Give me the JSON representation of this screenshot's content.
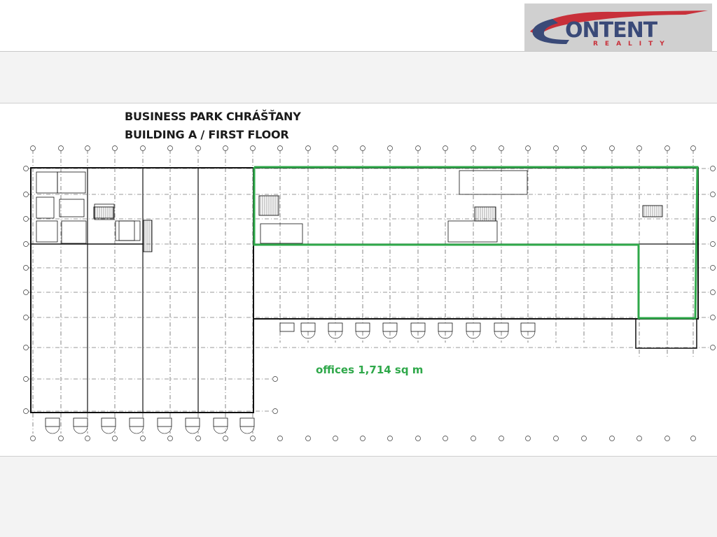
{
  "logo": {
    "brand": "CONTENT",
    "tagline": "REALITY",
    "accent_color": "#c8303a",
    "primary_color": "#3a4a78"
  },
  "plan": {
    "title_line1": "BUSINESS PARK CHRÁŠŤANY",
    "title_line2": "BUILDING A / FIRST FLOOR",
    "offices_label": "offices 1,714 sq m",
    "highlight_color": "#2fa84a",
    "wall_color": "#111111"
  }
}
